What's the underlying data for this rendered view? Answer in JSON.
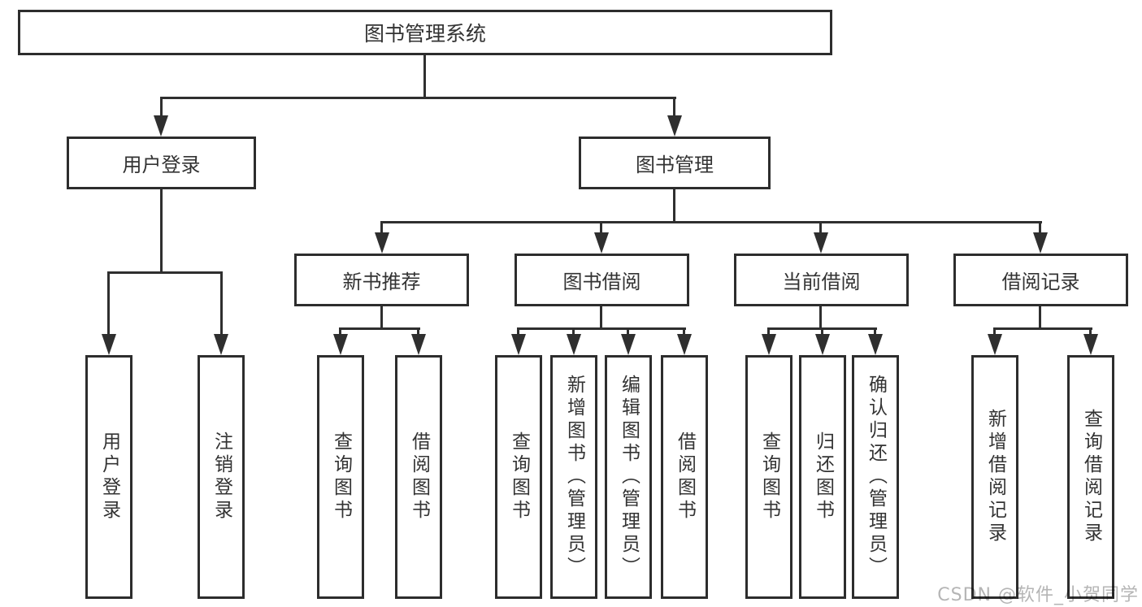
{
  "tree": {
    "label": "图书管理系统",
    "children": [
      {
        "label": "用户登录",
        "children": [
          {
            "label": "用户登录"
          },
          {
            "label": "注销登录"
          }
        ]
      },
      {
        "label": "图书管理",
        "children": [
          {
            "label": "新书推荐",
            "children": [
              {
                "label": "查询图书"
              },
              {
                "label": "借阅图书"
              }
            ]
          },
          {
            "label": "图书借阅",
            "children": [
              {
                "label": "查询图书"
              },
              {
                "label": "新增图书（管理员）"
              },
              {
                "label": "编辑图书（管理员）"
              },
              {
                "label": "借阅图书"
              }
            ]
          },
          {
            "label": "当前借阅",
            "children": [
              {
                "label": "查询图书"
              },
              {
                "label": "归还图书"
              },
              {
                "label": "确认归还（管理员）"
              }
            ]
          },
          {
            "label": "借阅记录",
            "children": [
              {
                "label": "新增借阅记录"
              },
              {
                "label": "查询借阅记录"
              }
            ]
          }
        ]
      }
    ]
  },
  "watermark": "CSDN @软件_小贺同学",
  "colors": {
    "line": "#2f2f2f",
    "box_border": "#2d2d2d",
    "text": "#333333",
    "watermark": "#b5b5b5",
    "background": "#ffffff"
  }
}
